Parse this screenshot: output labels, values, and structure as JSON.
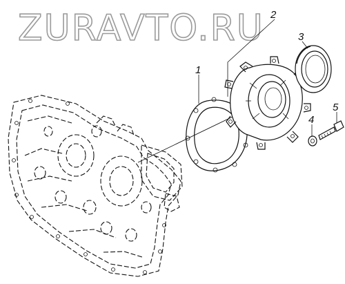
{
  "watermark": "ZURAVTO.RU",
  "callouts": [
    {
      "id": "1",
      "label": "1"
    },
    {
      "id": "2",
      "label": "2"
    },
    {
      "id": "3",
      "label": "3"
    },
    {
      "id": "4",
      "label": "4"
    },
    {
      "id": "5",
      "label": "5"
    }
  ]
}
